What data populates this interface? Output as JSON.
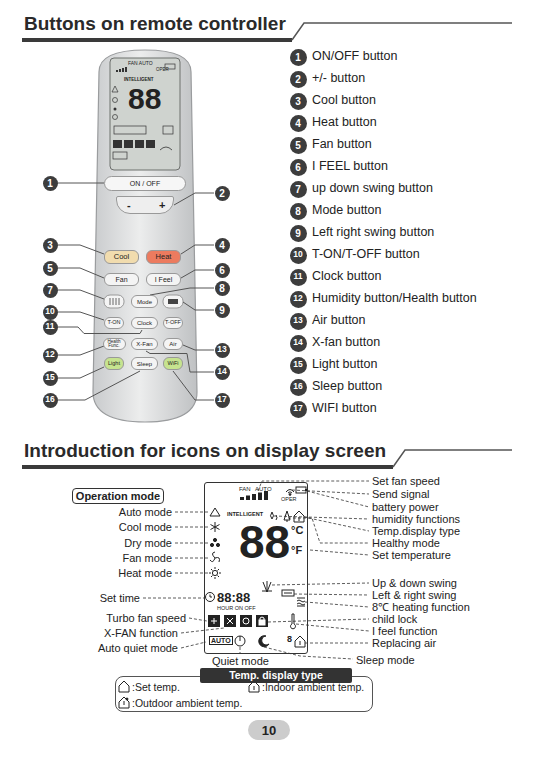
{
  "diagram": {
    "title": "Buttons on remote controller",
    "nodes": [
      {
        "text": [
          "FAN AUTO",
          "OPER",
          "INTELLIGENT",
          "88"
        ]
      },
      {
        "text": [
          "ON / OFF"
        ]
      },
      {
        "text": [
          "-",
          "+"
        ]
      },
      {
        "text": [
          "Cool"
        ]
      },
      {
        "text": [
          "Heat"
        ]
      },
      {
        "text": [
          "Fan"
        ]
      },
      {
        "text": [
          "I Feel"
        ]
      },
      {
        "text": [
          "Mode"
        ]
      },
      {
        "text": [
          "T-ON"
        ]
      },
      {
        "text": [
          "Clock"
        ]
      },
      {
        "text": [
          "T-OFF"
        ]
      },
      {
        "text": [
          "Health Func."
        ]
      },
      {
        "text": [
          "X-Fan"
        ]
      },
      {
        "text": [
          "Air"
        ]
      },
      {
        "text": [
          "Light"
        ]
      },
      {
        "text": [
          "Sleep"
        ]
      },
      {
        "text": [
          "WiFi"
        ]
      },
      {
        "text": [
          "Operation mode"
        ]
      },
      {
        "text": [
          "FAN",
          "AUTO",
          "OPER",
          "INTELLIGENT",
          "88",
          "°C",
          "°F",
          "88:88",
          "HOUR ON OFF",
          "AUTO",
          "8"
        ]
      },
      {
        "text": [
          "Temp. display type"
        ]
      },
      {
        "text": [
          ":Set temp.",
          ":Indoor ambient temp.",
          ":Outdoor ambient temp."
        ]
      },
      {
        "text": [
          "10"
        ]
      }
    ],
    "labels": [
      "1",
      "2",
      "3",
      "4",
      "5",
      "6",
      "7",
      "8",
      "9",
      "10",
      "11",
      "12",
      "13",
      "14",
      "15",
      "16",
      "17",
      "1",
      "ON/OFF button",
      "2",
      "+/- button",
      "3",
      "Cool button",
      "4",
      "Heat button",
      "5",
      "Fan button",
      "6",
      "I FEEL button",
      "7",
      "up down swing button",
      "8",
      "Mode button",
      "9",
      "Left right swing button",
      "10",
      "T-ON/T-OFF button",
      "11",
      "Clock button",
      "12",
      "Humidity button/Health button",
      "13",
      "Air button",
      "14",
      "X-fan button",
      "15",
      "Light button",
      "16",
      "Sleep button",
      "17",
      "WIFI button",
      "Introduction for icons on display screen",
      "Auto mode",
      "Cool mode",
      "Dry mode",
      "Fan mode",
      "Heat mode",
      "Set time",
      "Turbo fan speed",
      "X-FAN function",
      "Auto quiet mode",
      "Quiet mode",
      "Sleep mode",
      "Set fan speed",
      "Send signal",
      "battery power",
      "humidity functions",
      "Temp.display type",
      "Healthy mode",
      "Set temperature",
      "Up & down swing",
      "Left & right swing",
      "8℃ heating function",
      "child lock",
      "I feel function",
      "Replacing air"
    ]
  }
}
